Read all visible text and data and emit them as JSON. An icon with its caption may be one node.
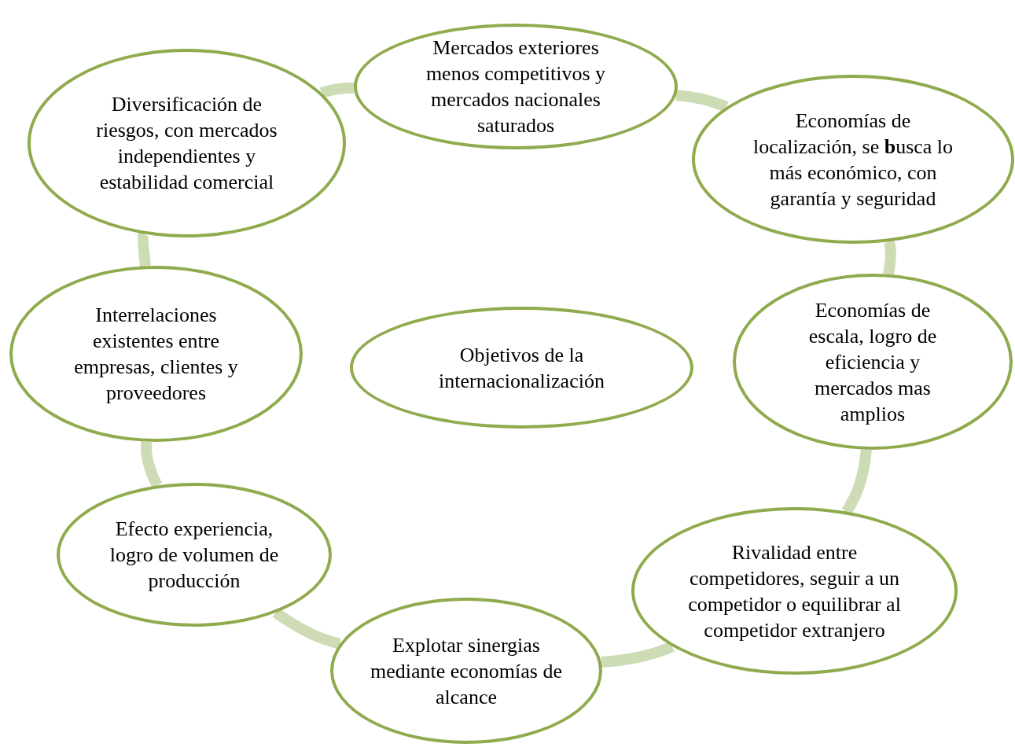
{
  "diagram": {
    "nodes": [
      {
        "text": [
          "Mercados exteriores menos competitivos y mercados nacionales saturados"
        ]
      },
      {
        "text": [
          "Diversificación de riesgos, con mercados independientes y estabilidad comercial"
        ]
      },
      {
        "text": [
          "Economías de localización, se **b**usca lo más económico, con garantía y seguridad"
        ]
      },
      {
        "text": [
          "Interrelaciones existentes entre empresas, clientes y proveedores"
        ]
      },
      {
        "text": [
          "Economías de escala, logro de eficiencia y mercados mas amplios"
        ]
      },
      {
        "text": [
          "Objetivos de la internacionalización"
        ]
      },
      {
        "text": [
          "Efecto experiencia, logro de volumen de producción"
        ]
      },
      {
        "text": [
          "Rivalidad entre competidores, seguir a un competidor o equilibrar al competidor extranjero"
        ]
      },
      {
        "text": [
          "Explotar sinergias mediante economías de alcance"
        ]
      }
    ],
    "edges": [
      {
        "from": 0,
        "to": 2,
        "arrow": "none"
      },
      {
        "from": 2,
        "to": 4,
        "arrow": "none"
      },
      {
        "from": 4,
        "to": 7,
        "arrow": "none"
      },
      {
        "from": 7,
        "to": 8,
        "arrow": "none"
      },
      {
        "from": 8,
        "to": 6,
        "arrow": "none"
      },
      {
        "from": 6,
        "to": 3,
        "arrow": "none"
      },
      {
        "from": 3,
        "to": 1,
        "arrow": "none"
      },
      {
        "from": 1,
        "to": 0,
        "arrow": "none"
      }
    ]
  }
}
